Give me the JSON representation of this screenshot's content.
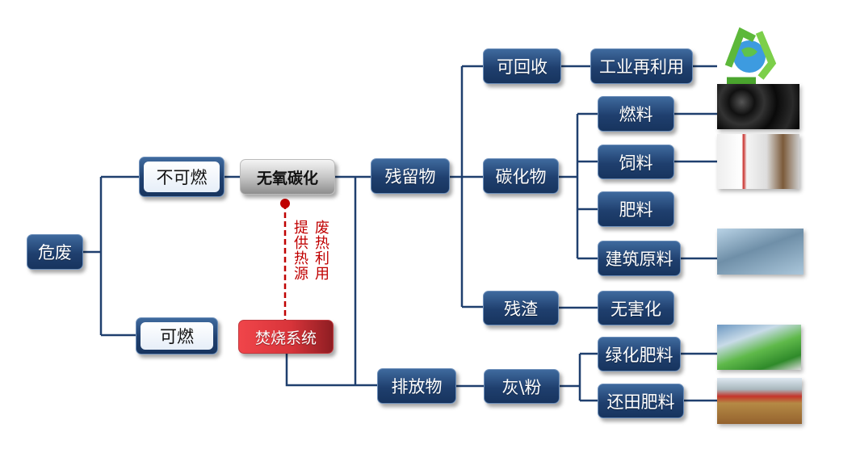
{
  "nodes": {
    "hazardous_waste": "危废",
    "non_combustible": "不可燃",
    "combustible": "可燃",
    "anaerobic_carbonization": "无氧碳化",
    "incineration_system": "焚烧系统",
    "residue": "残留物",
    "emissions": "排放物",
    "recyclable": "可回收",
    "carbide": "碳化物",
    "slag": "残渣",
    "ash_powder": "灰\\粉",
    "industrial_reuse": "工业再利用",
    "fuel": "燃料",
    "feed": "饲料",
    "fertilizer": "肥料",
    "building_material": "建筑原料",
    "harmless": "无害化",
    "greening_fertilizer": "绿化肥料",
    "field_fertilizer": "还田肥料"
  },
  "annotations": {
    "heat_source": "提供热源",
    "waste_heat": "废热利用"
  },
  "colors": {
    "node_blue": "#1f3f6e",
    "line": "#1f3f6e",
    "red": "#c00000",
    "incinerate": "#e53c42"
  }
}
